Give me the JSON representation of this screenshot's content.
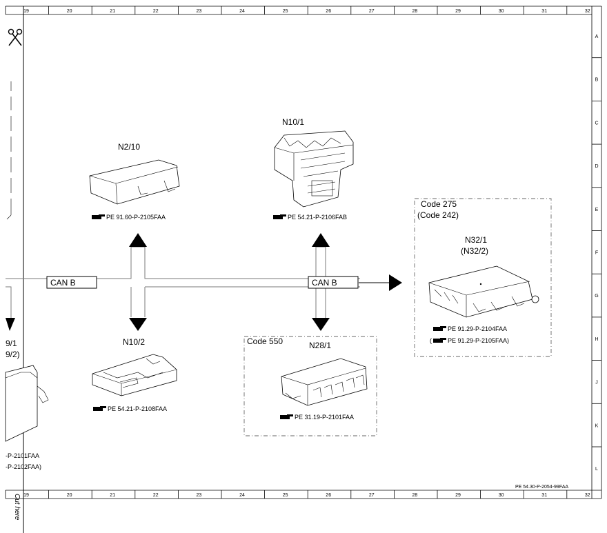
{
  "ruler": {
    "columns": [
      "19",
      "20",
      "21",
      "22",
      "23",
      "24",
      "25",
      "26",
      "27",
      "28",
      "29",
      "30",
      "31",
      "32"
    ],
    "rows": [
      "A",
      "B",
      "C",
      "D",
      "E",
      "F",
      "G",
      "H",
      "J",
      "K",
      "L"
    ]
  },
  "bus": {
    "label_left": "CAN B",
    "label_right": "CAN B"
  },
  "components": {
    "n2_10": {
      "label": "N2/10",
      "ref": "PE 91.60-P-2105FAA"
    },
    "n10_1": {
      "label": "N10/1",
      "ref": "PE 54.21-P-2106FAB"
    },
    "n10_2": {
      "label": "N10/2",
      "ref": "PE 54.21-P-2108FAA"
    },
    "n28_1": {
      "label": "N28/1",
      "ref": "PE 31.19-P-2101FAA",
      "code": "Code 550"
    },
    "n32_1": {
      "label": "N32/1",
      "label_alt": "(N32/2)",
      "code": "Code 275",
      "code_alt": "(Code 242)",
      "ref": "PE 91.29-P-2104FAA",
      "ref_alt": "PE 91.29-P-2105FAA)",
      "ref_alt_prefix": "("
    },
    "left_partial": {
      "label": "9/1",
      "label_alt": "9/2)",
      "ref": "-P-2101FAA",
      "ref_alt": "-P-2102FAA)"
    }
  },
  "cut_here": "Cut here",
  "doc_ref": "PE 54.30-P-2054-99FAA",
  "icons": [
    "scissors-icon",
    "pointing-hand-icon"
  ]
}
